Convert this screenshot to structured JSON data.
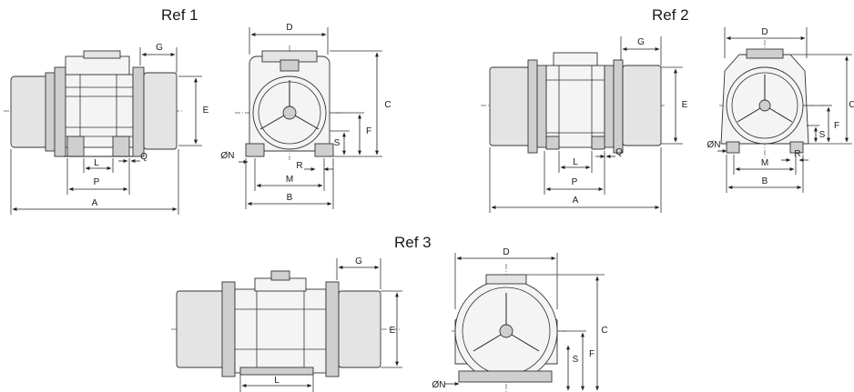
{
  "refs": {
    "ref1": {
      "title": "Ref 1"
    },
    "ref2": {
      "title": "Ref 2"
    },
    "ref3": {
      "title": "Ref 3"
    }
  },
  "dims": {
    "A": "A",
    "B": "B",
    "C": "C",
    "D": "D",
    "E": "E",
    "F": "F",
    "G": "G",
    "L": "L",
    "M": "M",
    "N": "ØN",
    "P": "P",
    "Q": "Q",
    "R": "R",
    "S": "S"
  }
}
